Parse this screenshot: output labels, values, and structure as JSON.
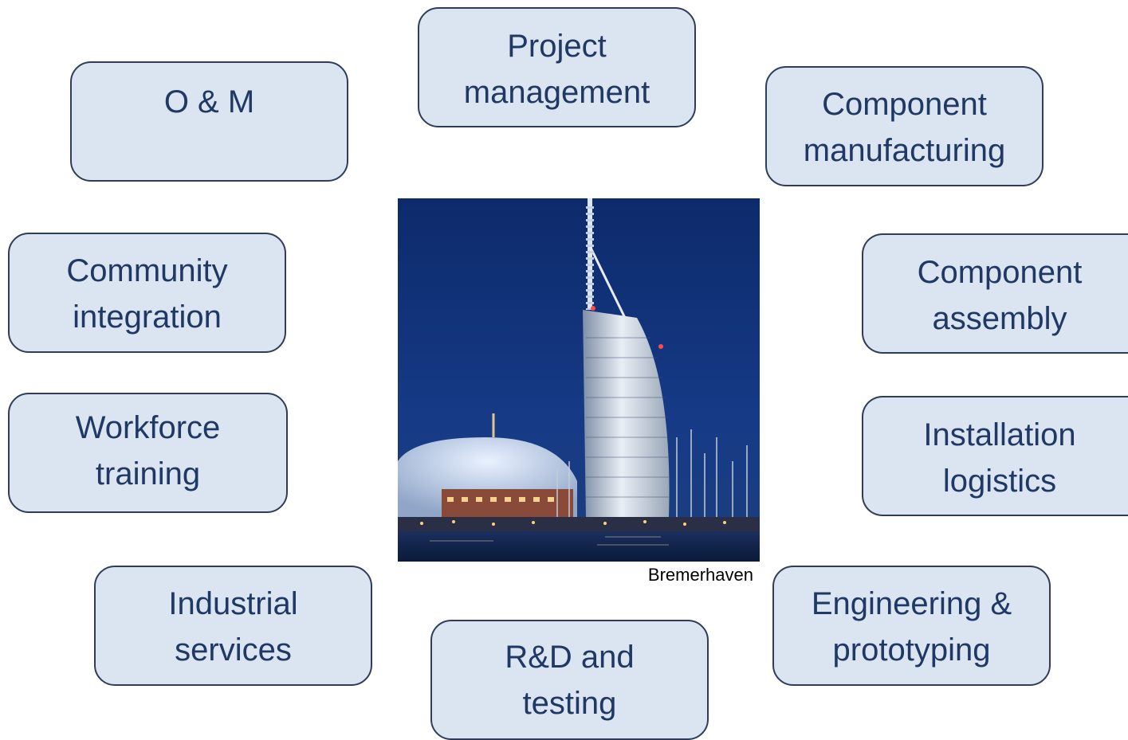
{
  "boxes": {
    "om": [
      "O & M"
    ],
    "project_management": [
      "Project",
      "management"
    ],
    "component_manufacturing": [
      "Component",
      "manufacturing"
    ],
    "community_integration": [
      "Community",
      "integration"
    ],
    "component_assembly": [
      "Component",
      "assembly"
    ],
    "workforce_training": [
      "Workforce",
      "training"
    ],
    "installation_logistics": [
      "Installation",
      "logistics"
    ],
    "industrial_services": [
      "Industrial",
      "services"
    ],
    "engineering_prototyping": [
      "Engineering &",
      "prototyping"
    ],
    "rd_testing": [
      "R&D and",
      "testing"
    ]
  },
  "photo": {
    "caption": "Bremerhaven"
  },
  "colors": {
    "box_fill": "#dbe4f1",
    "box_border": "#2f3d5a",
    "box_text": "#1f3864"
  }
}
